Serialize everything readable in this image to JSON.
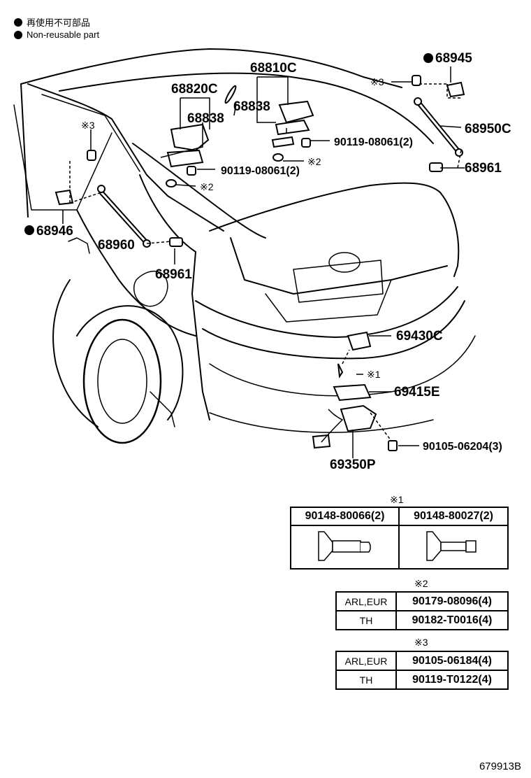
{
  "legend": {
    "line1": "再使用不可部品",
    "line2": "Non-reusable part"
  },
  "callouts": {
    "p68810C": "68810C",
    "p68820C": "68820C",
    "p68838a": "68838",
    "p68838b": "68838",
    "p68945": "68945",
    "p68950C": "68950C",
    "p68961a": "68961",
    "p68961b": "68961",
    "p68946": "68946",
    "p68960": "68960",
    "p90119a": "90119-08061(2)",
    "p90119b": "90119-08061(2)",
    "p69430C": "69430C",
    "p69415E": "69415E",
    "p69350P": "69350P",
    "p90105": "90105-06204(3)",
    "n3a": "※3",
    "n3b": "※3",
    "n2a": "※2",
    "n2b": "※2",
    "n1": "※1"
  },
  "table1": {
    "mark": "※1",
    "col1": "90148-80066(2)",
    "col2": "90148-80027(2)"
  },
  "table2": {
    "mark": "※2",
    "rows": [
      {
        "region": "ARL,EUR",
        "part": "90179-08096(4)"
      },
      {
        "region": "TH",
        "part": "90182-T0016(4)"
      }
    ]
  },
  "table3": {
    "mark": "※3",
    "rows": [
      {
        "region": "ARL,EUR",
        "part": "90105-06184(4)"
      },
      {
        "region": "TH",
        "part": "90119-T0122(4)"
      }
    ]
  },
  "diagram_id": "679913B"
}
